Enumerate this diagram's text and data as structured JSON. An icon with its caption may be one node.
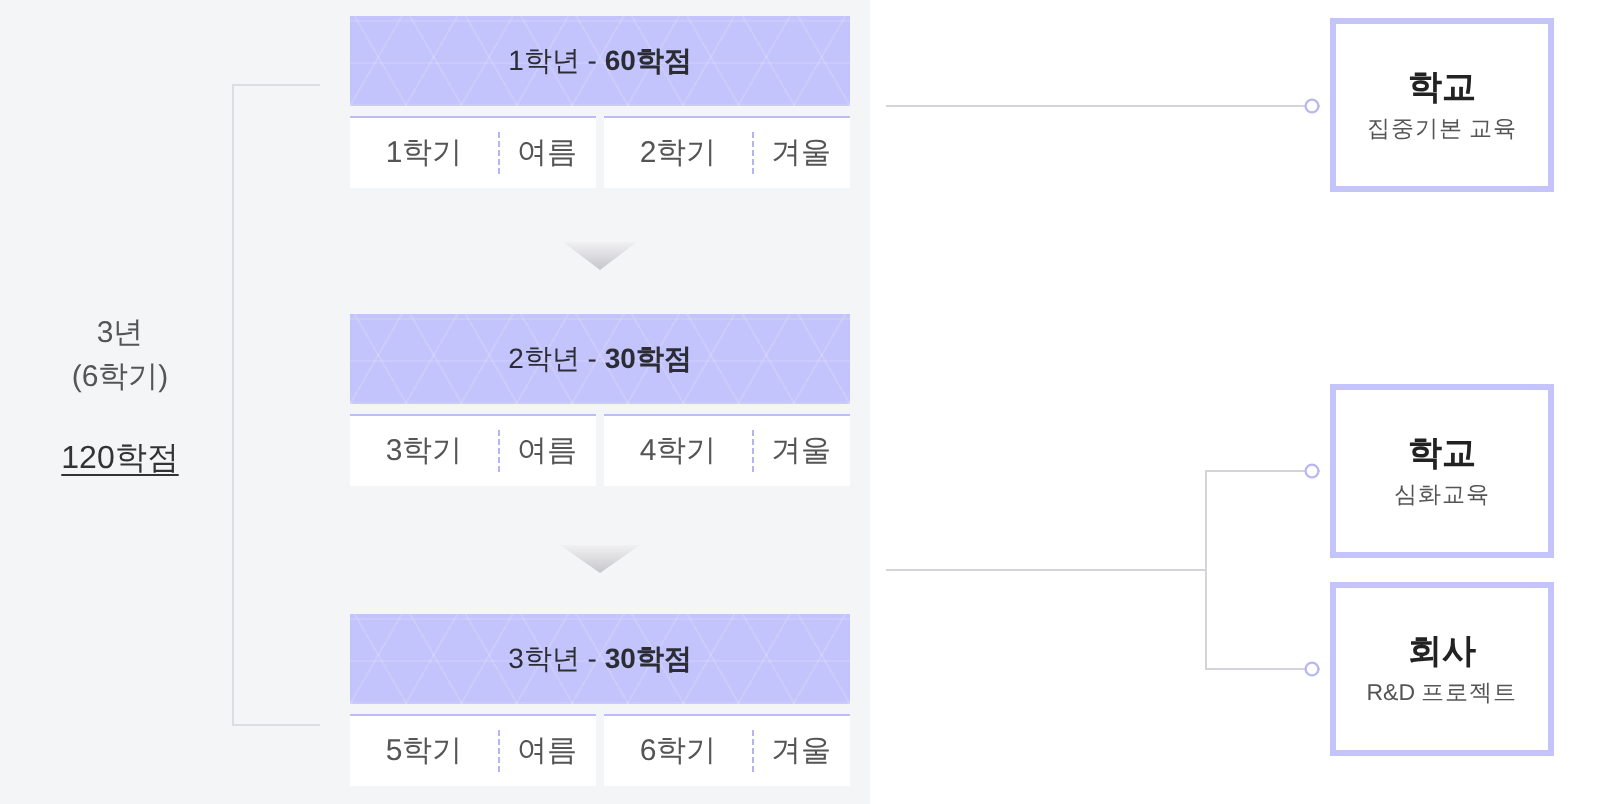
{
  "diagram": {
    "nodes": [
      {
        "text": [
          "1학년 - **60학점**"
        ]
      },
      {
        "text": [
          "1학기",
          "여름"
        ],
        "in": 0
      },
      {
        "text": [
          "2학기",
          "겨울"
        ],
        "in": 0
      },
      {
        "text": [
          "2학년 - **30학점**"
        ]
      },
      {
        "text": [
          "3학기",
          "여름"
        ],
        "in": 3
      },
      {
        "text": [
          "4학기",
          "겨울"
        ],
        "in": 3
      },
      {
        "text": [
          "3학년 - **30학점**"
        ]
      },
      {
        "text": [
          "5학기",
          "여름"
        ],
        "in": 6
      },
      {
        "text": [
          "6학기",
          "겨울"
        ],
        "in": 6
      },
      {
        "text": [
          "학교",
          "집중기본 교육"
        ]
      },
      {
        "text": [
          "학교",
          "심화교육"
        ]
      },
      {
        "text": [
          "회사",
          "R&D 프로젝트"
        ]
      }
    ],
    "edges": [
      {
        "from": 0,
        "to": 3,
        "arrow": "to"
      },
      {
        "from": 3,
        "to": 6,
        "arrow": "to"
      },
      {
        "from": null,
        "to": 9,
        "arrow": "other"
      },
      {
        "from": null,
        "to": 10,
        "arrow": "other"
      },
      {
        "from": null,
        "to": 11,
        "arrow": "other"
      }
    ],
    "labels": [
      "3년 (6학기)",
      "120학점"
    ]
  }
}
